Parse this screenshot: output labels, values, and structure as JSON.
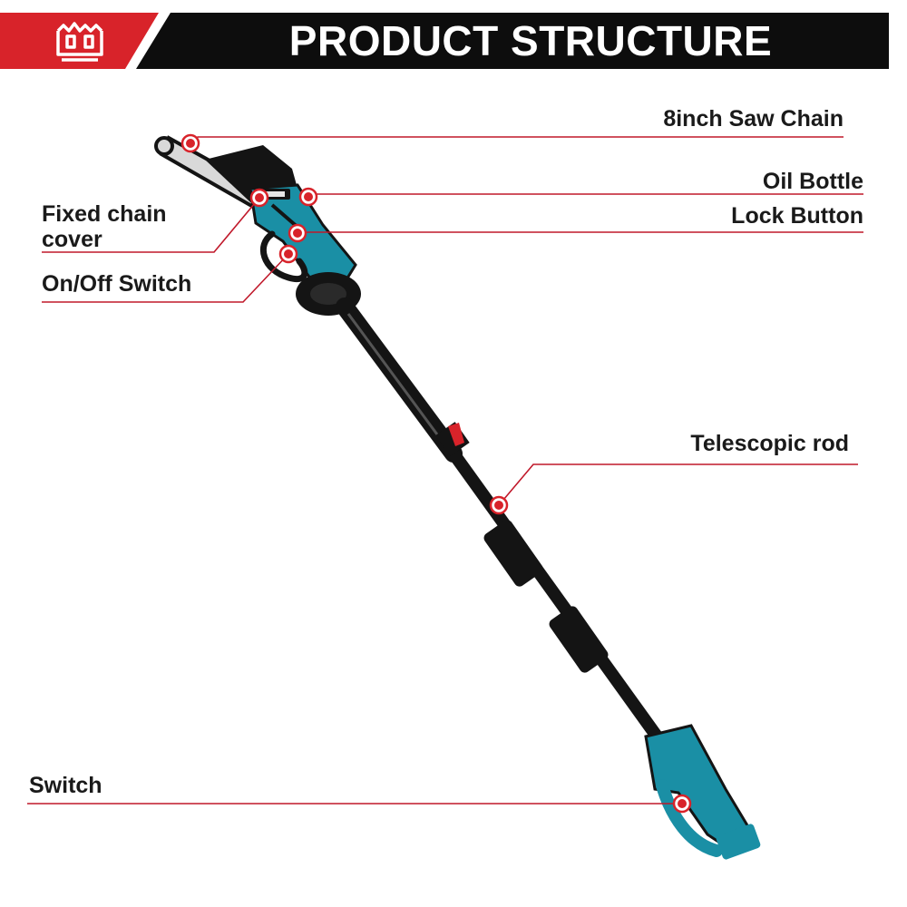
{
  "header": {
    "title": "PRODUCT STRUCTURE",
    "logo_icon": "castle-crown-logo-icon",
    "colors": {
      "banner": "#0d0d0d",
      "accent": "#d8232a",
      "logo_fg": "#ffffff"
    }
  },
  "callouts": {
    "saw_chain": "8inch Saw Chain",
    "oil_bottle": "Oil Bottle",
    "lock_button": "Lock Button",
    "fixed_chain_cover_line1": "Fixed chain",
    "fixed_chain_cover_line2": "cover",
    "on_off_switch": "On/Off Switch",
    "telescopic_rod": "Telescopic rod",
    "switch": "Switch"
  },
  "colors": {
    "leader_line": "#c0182a",
    "marker_ring": "#d8232a",
    "tool_teal": "#1a8fa5",
    "tool_black": "#141414",
    "chain_bar": "#d9d9d9"
  },
  "product_icon": "pole-saw-illustration"
}
